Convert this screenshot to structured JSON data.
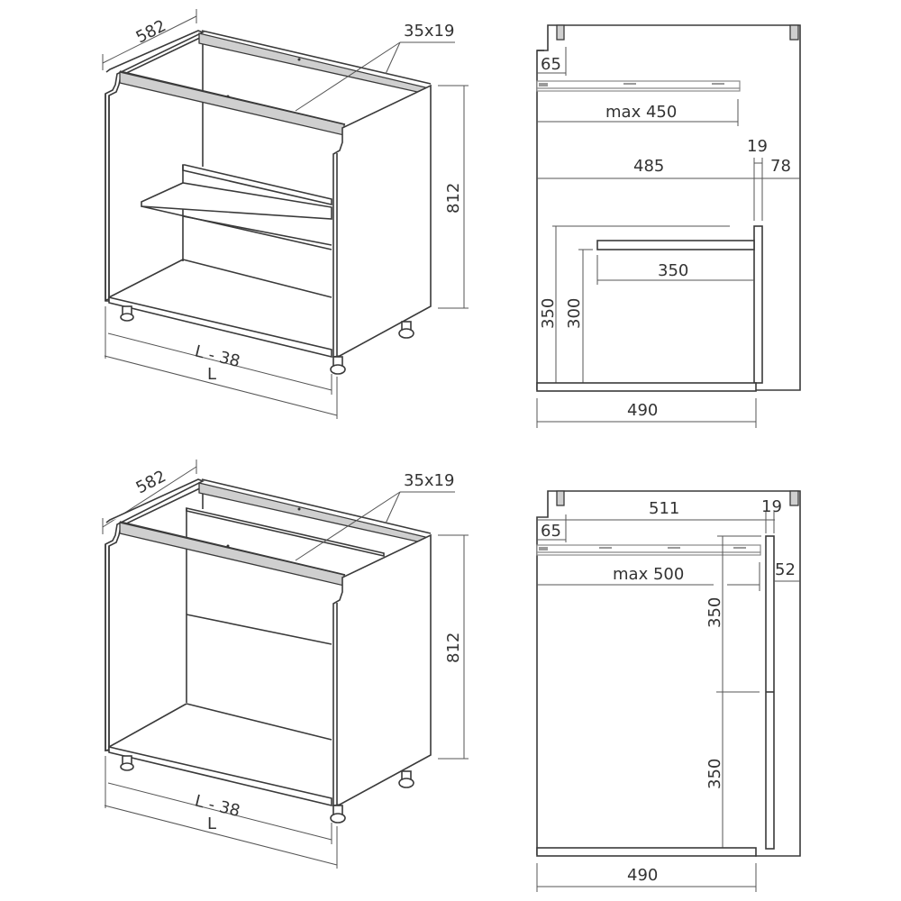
{
  "diagram": {
    "colors": {
      "line": "#3a3a3a",
      "dimension": "#555555",
      "rail_fill": "#cfcfcf",
      "background": "#ffffff"
    },
    "top_cabinet": {
      "depth_label": "582",
      "rail_label": "35x19",
      "height_label": "812",
      "inner_width_label": "L - 38",
      "width_label": "L"
    },
    "top_section": {
      "top_offset_label": "65",
      "runner_max_label": "max 450",
      "inner_depth_label": "485",
      "front_thickness_label": "19",
      "front_gap_label": "78",
      "drawer_depth_label": "350",
      "drawer_height_outer_label": "350",
      "drawer_height_inner_label": "300",
      "base_depth_label": "490"
    },
    "bottom_cabinet": {
      "depth_label": "582",
      "rail_label": "35x19",
      "height_label": "812",
      "inner_width_label": "L - 38",
      "width_label": "L"
    },
    "bottom_section": {
      "top_offset_label": "65",
      "top_depth_label": "511",
      "front_thickness_label": "19",
      "runner_max_label": "max 500",
      "front_gap_label": "52",
      "upper_front_height_label": "350",
      "lower_front_height_label": "350",
      "base_depth_label": "490"
    }
  }
}
